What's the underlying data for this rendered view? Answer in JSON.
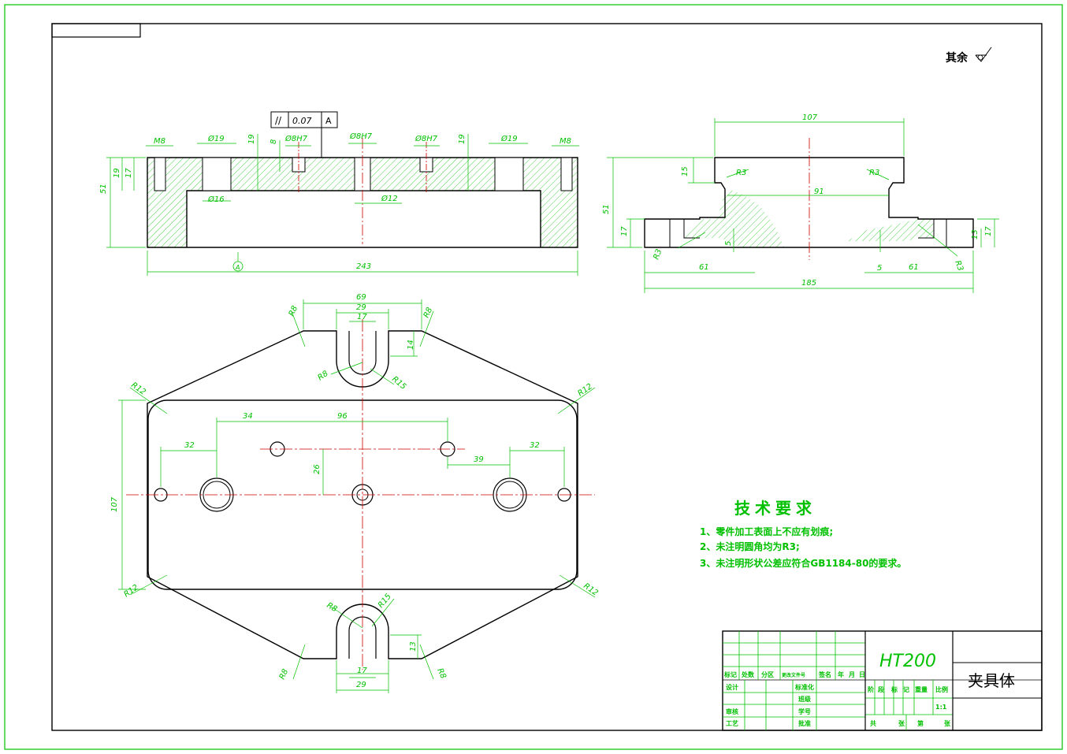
{
  "roughness_note": "其余",
  "tolerance_frame": {
    "symbol": "//",
    "value": "0.07",
    "datum": "A"
  },
  "datum_label": "A",
  "front_view_dims": {
    "m8_left": "M8",
    "m8_right": "M8",
    "d19_left": "Ø19",
    "d19_right": "Ø19",
    "d8h7_a": "Ø8H7",
    "d8h7_b": "Ø8H7",
    "d8h7_c": "Ø8H7",
    "d16": "Ø16",
    "d12": "Ø12",
    "h19": "19",
    "h17": "17",
    "h51": "51",
    "h8": "8",
    "h19b": "19",
    "h19c": "19",
    "len243": "243"
  },
  "side_view_dims": {
    "w107": "107",
    "w91": "91",
    "w185": "185",
    "w61a": "61",
    "w61b": "61",
    "h51": "51",
    "h17a": "17",
    "h17b": "17",
    "h15": "15",
    "h13": "13",
    "s5a": "5",
    "s5b": "5",
    "r3a": "R3",
    "r3b": "R3",
    "r3c": "R3",
    "r3d": "R3"
  },
  "top_view_dims": {
    "w69": "69",
    "w29a": "29",
    "w17a": "17",
    "w29b": "29",
    "w17b": "17",
    "h14": "14",
    "h13": "13",
    "h107": "107",
    "h26": "26",
    "w34": "34",
    "w96": "96",
    "w32a": "32",
    "w32b": "32",
    "w39": "39",
    "r8a": "R8",
    "r8b": "R8",
    "r8c": "R8",
    "r8d": "R8",
    "r8e": "R8",
    "r8f": "R8",
    "r15a": "R15",
    "r15b": "R15",
    "r12a": "R12",
    "r12b": "R12",
    "r12c": "R12",
    "r12d": "R12"
  },
  "tech_requirements": {
    "title": "技术要求",
    "items": [
      "1、零件加工表面上不应有划痕;",
      "2、未注明圆角均为R3;",
      "3、未注明形状公差应符合GB1184-80的要求。"
    ]
  },
  "title_block": {
    "material": "HT200",
    "part_name": "夹具体",
    "row_headers": [
      "标记",
      "处数",
      "分区",
      "更改文件号",
      "签名",
      "年",
      "月",
      "日"
    ],
    "left_labels": [
      "设计",
      "审核",
      "工艺"
    ],
    "mid_labels": [
      "标准化",
      "班级",
      "学号",
      "批准"
    ],
    "stage_headers": [
      "阶",
      "段",
      "标",
      "记",
      "重量",
      "比例"
    ],
    "scale": "1:1",
    "sheet_labels": [
      "共",
      "张",
      "第",
      "张"
    ]
  },
  "colors": {
    "outline": "#000000",
    "dimension": "#00c000",
    "center": "#cc0000",
    "frame": "#00c000"
  }
}
